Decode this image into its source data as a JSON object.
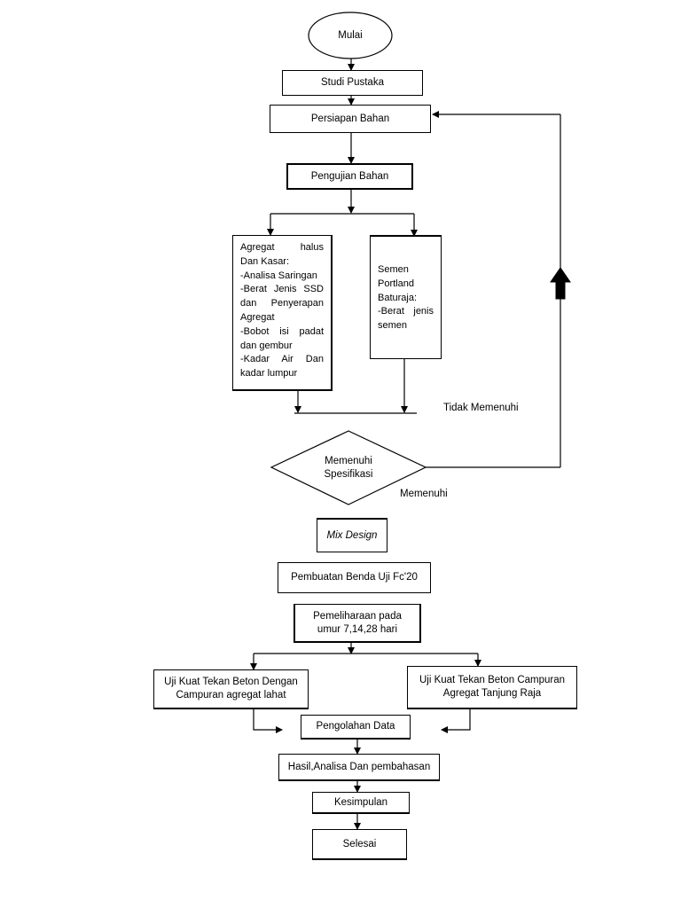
{
  "diagram": {
    "start": "Mulai",
    "studi": "Studi Pustaka",
    "persiapan": "Persiapan Bahan",
    "pengujian": "Pengujian Bahan",
    "agregat_lines": [
      "Agregat        halus",
      "Dan Kasar:",
      "-Analisa Saringan",
      "-Berat  Jenis  SSD",
      "dan    Penyerapan",
      "Agregat",
      "-Bobot  isi  padat",
      "dan gembur",
      "-Kadar   Air   Dan",
      "kadar lumpur"
    ],
    "semen_lines": [
      "Semen",
      "Portland",
      "Baturaja:",
      "-Berat  jenis",
      "semen"
    ],
    "tidak_memenuhi": "Tidak Memenuhi",
    "decision_line1": "Memenuhi",
    "decision_line2": "Spesifikasi",
    "memenuhi": "Memenuhi",
    "mix_design": "Mix Design",
    "pembuatan": "Pembuatan Benda Uji Fc'20",
    "pemeliharaan_line1": "Pemeliharaan pada",
    "pemeliharaan_line2": "umur 7,14,28 hari",
    "uji_lahat_line1": "Uji Kuat Tekan Beton Dengan",
    "uji_lahat_line2": "Campuran agregat lahat",
    "uji_tanjung_line1": "Uji Kuat Tekan Beton Campuran",
    "uji_tanjung_line2": "Agregat Tanjung Raja",
    "pengolahan": "Pengolahan Data",
    "hasil": "Hasil,Analisa Dan pembahasan",
    "kesimpulan": "Kesimpulan",
    "selesai": "Selesai"
  }
}
